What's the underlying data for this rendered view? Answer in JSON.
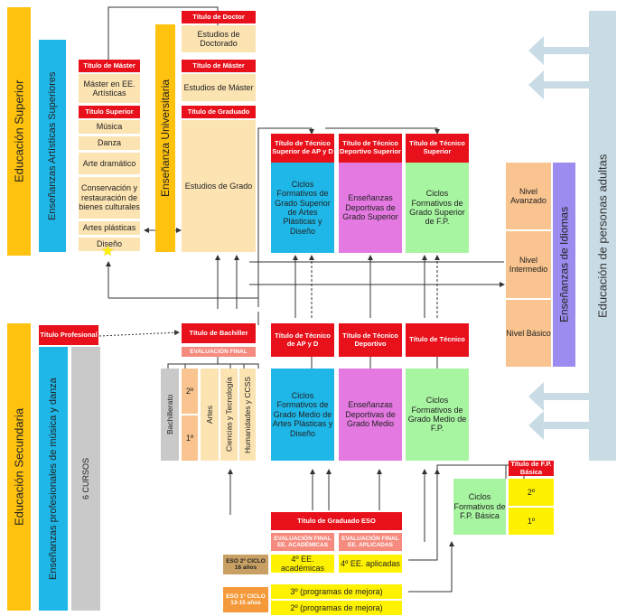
{
  "superior": {
    "section": "Educación Superior",
    "artisticas": "Enseñanzas Artísticas Superiores",
    "universitaria": "Enseñanza Universitaria",
    "titulo_master_ea": "Título de Máster",
    "master_ea": "Máster en EE. Artísticas",
    "titulo_superior": "Título Superior",
    "musica": "Música",
    "danza": "Danza",
    "arte_dramatico": "Arte dramático",
    "conservacion": "Conservación y restauración de bienes culturales",
    "artes_plasticas": "Artes plásticas",
    "diseno": "Diseño",
    "titulo_doctor": "Título de Doctor",
    "doctorado": "Estudios de Doctorado",
    "titulo_master": "Título de Máster",
    "estudios_master": "Estudios de Máster",
    "titulo_graduado": "Título de Graduado",
    "estudios_grado": "Estudios de Grado",
    "titulo_tec_sup_ap": "Título de Técnico Superior de AP y D",
    "titulo_tec_dep_sup": "Título de Técnico Deportivo Superior",
    "titulo_tec_sup": "Título de Técnico Superior",
    "cf_sup_ap": "Ciclos Formativos de Grado Superior de Artes Plásticas y Diseño",
    "ed_sup": "Enseñanzas Deportivas de Grado Superior",
    "cf_sup_fp": "Ciclos Formativos de Grado Superior de F.P."
  },
  "idiomas": {
    "label": "Enseñanzas de Idiomas",
    "avanzado": "Nivel Avanzado",
    "intermedio": "Nivel Intermedio",
    "basico": "Nivel Básico"
  },
  "adultos": "Educación de personas adultas",
  "secundaria": {
    "section": "Educación Secundaria",
    "profesionales": "Enseñanzas profesionales de música y danza",
    "seis_cursos": "6 CURSOS",
    "titulo_profesional": "Título Profesional",
    "titulo_bachiller": "Título de Bachiller",
    "evaluacion_final": "EVALUACIÓN FINAL",
    "bachillerato": "Bachillerato",
    "curso_2": "2º",
    "curso_1": "1º",
    "artes": "Artes",
    "ciencias": "Ciencias y Tecnología",
    "humanidades": "Humanidades y CCSS",
    "titulo_tec_ap": "Título de Técnico de AP y D",
    "titulo_tec_dep": "Título de Técnico Deportivo",
    "titulo_tec": "Título de Técnico",
    "cf_medio_ap": "Ciclos Formativos de Grado Medio de Artes Plásticas y Diseño",
    "ed_medio": "Enseñanzas Deportivas de Grado Medio",
    "cf_medio_fp": "Ciclos Formativos de Grado Medio de F.P.",
    "titulo_fp_basica": "Título de F.P. Básica",
    "cf_basica": "Ciclos Formativos de F.P. Básica",
    "fp_2": "2º",
    "fp_1": "1º",
    "titulo_eso": "Título de Graduado ESO",
    "eval_academicas": "EVALUACIÓN FINAL EE. ACADÉMICAS",
    "eval_aplicadas": "EVALUACIÓN FINAL EE. APLICADAS",
    "eso2": "ESO 2º CICLO 16 años",
    "eso1": "ESO 1º CICLO 13-15 años",
    "cuarto_acad": "4º EE. académicas",
    "cuarto_apl": "4º EE. aplicadas",
    "tercero": "3º (programas de mejora)",
    "segundo": "2º (programas de mejora)"
  },
  "colors": {
    "red": "#e8101a",
    "cream": "#fbe3b2",
    "cyan": "#1fb7e8",
    "pink": "#e479e1",
    "green": "#a7f4a1",
    "yellow": "#fff200",
    "orange": "#ffc20e"
  }
}
